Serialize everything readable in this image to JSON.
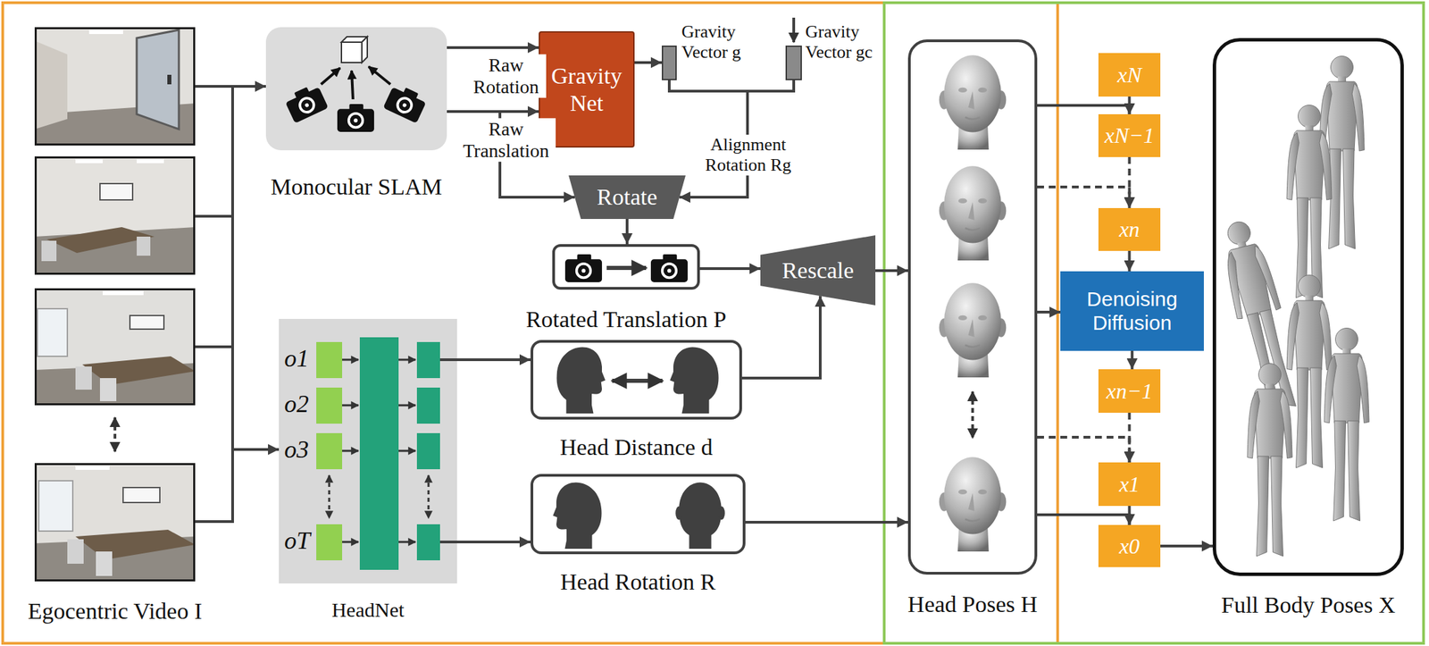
{
  "diagram": {
    "nodes": [
      {
        "text": [
          "Egocentric Video I"
        ]
      },
      {
        "text": [
          "Monocular SLAM"
        ]
      },
      {
        "text": [
          "Gravity Net"
        ]
      },
      {
        "text": [
          "Gravity Vector g"
        ]
      },
      {
        "text": [
          "Gravity Vector gc"
        ]
      },
      {
        "text": [
          "Rotate"
        ]
      },
      {
        "text": [
          "Rotated Translation P"
        ]
      },
      {
        "text": [
          "Rescale"
        ]
      },
      {
        "text": [
          "HeadNet",
          "o1",
          "o2",
          "o3",
          "oT"
        ]
      },
      {
        "text": [
          "Head Distance d"
        ]
      },
      {
        "text": [
          "Head Rotation R"
        ]
      },
      {
        "text": [
          "Head Poses H"
        ]
      },
      {
        "text": [
          "xN"
        ]
      },
      {
        "text": [
          "xN−1"
        ]
      },
      {
        "text": [
          "xn"
        ]
      },
      {
        "text": [
          "Denoising Diffusion"
        ]
      },
      {
        "text": [
          "xn−1"
        ]
      },
      {
        "text": [
          "x1"
        ]
      },
      {
        "text": [
          "x0"
        ]
      },
      {
        "text": [
          "Full Body Poses X"
        ]
      }
    ],
    "edges": [
      {
        "from": 0,
        "to": 1,
        "arrow": "to"
      },
      {
        "from": 0,
        "to": 8,
        "arrow": "to"
      },
      {
        "from": 1,
        "to": 2,
        "label": "Raw Rotation",
        "arrow": "to"
      },
      {
        "from": 1,
        "to": 2,
        "label": "Raw Translation",
        "arrow": "to"
      },
      {
        "from": 1,
        "to": 5,
        "arrow": "to"
      },
      {
        "from": 2,
        "to": 3,
        "arrow": "to"
      },
      {
        "from": 3,
        "to": 5,
        "label": "Alignment Rotation Rg",
        "arrow": "to"
      },
      {
        "from": 4,
        "to": 5,
        "arrow": "to"
      },
      {
        "from": 5,
        "to": 6,
        "arrow": "to"
      },
      {
        "from": 6,
        "to": 7,
        "arrow": "to"
      },
      {
        "from": 8,
        "to": 9,
        "arrow": "to"
      },
      {
        "from": 8,
        "to": 10,
        "arrow": "to"
      },
      {
        "from": 9,
        "to": 7,
        "arrow": "to"
      },
      {
        "from": 7,
        "to": 11,
        "arrow": "to"
      },
      {
        "from": 10,
        "to": 11,
        "arrow": "to"
      },
      {
        "from": 11,
        "to": 13,
        "arrow": "to"
      },
      {
        "from": 11,
        "to": 14,
        "arrow": "to"
      },
      {
        "from": 11,
        "to": 15,
        "arrow": "to"
      },
      {
        "from": 11,
        "to": 17,
        "arrow": "to"
      },
      {
        "from": 11,
        "to": 18,
        "arrow": "to"
      },
      {
        "from": 12,
        "to": 13,
        "arrow": "to"
      },
      {
        "from": 13,
        "to": 14,
        "arrow": "to"
      },
      {
        "from": 14,
        "to": 15,
        "arrow": "to"
      },
      {
        "from": 15,
        "to": 16,
        "arrow": "to"
      },
      {
        "from": 16,
        "to": 17,
        "arrow": "to"
      },
      {
        "from": 17,
        "to": 18,
        "arrow": "to"
      },
      {
        "from": 18,
        "to": 19,
        "arrow": "to"
      }
    ]
  }
}
